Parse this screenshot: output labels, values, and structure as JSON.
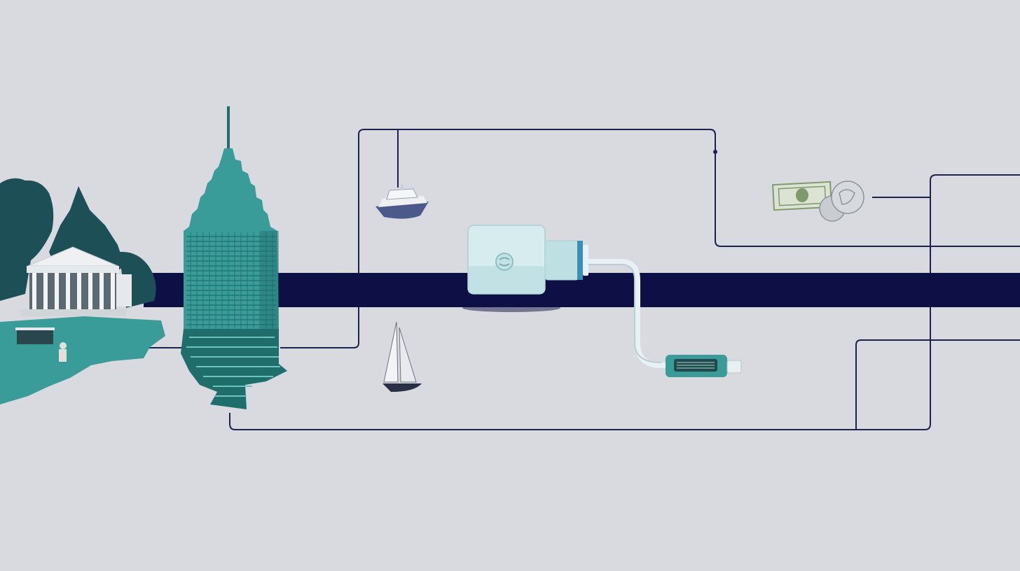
{
  "scene": {
    "colors": {
      "background": "#d9dadf",
      "pipeline": "#0d0f45",
      "wire": "#1c2150",
      "teal": "#3a9c99",
      "teal_dark": "#1f6e6c",
      "teal_light": "#6fc3bf",
      "tree_dark": "#1d4f57",
      "adapter": "#d7ecee",
      "adapter_shade": "#a9cfd4",
      "money_green": "#7f9a6b",
      "coin": "#c9ccd1"
    },
    "objects": [
      {
        "name": "classical-building-with-trees",
        "icon": "courthouse-icon"
      },
      {
        "name": "teal-skyscraper",
        "icon": "skyscraper-icon"
      },
      {
        "name": "motor-yacht",
        "icon": "yacht-icon"
      },
      {
        "name": "sailboat",
        "icon": "sailboat-icon"
      },
      {
        "name": "power-adapter-plug",
        "icon": "plug-icon"
      },
      {
        "name": "usb-connector",
        "icon": "connector-icon"
      },
      {
        "name": "dollar-bill-and-coins",
        "icon": "money-icon"
      }
    ]
  }
}
